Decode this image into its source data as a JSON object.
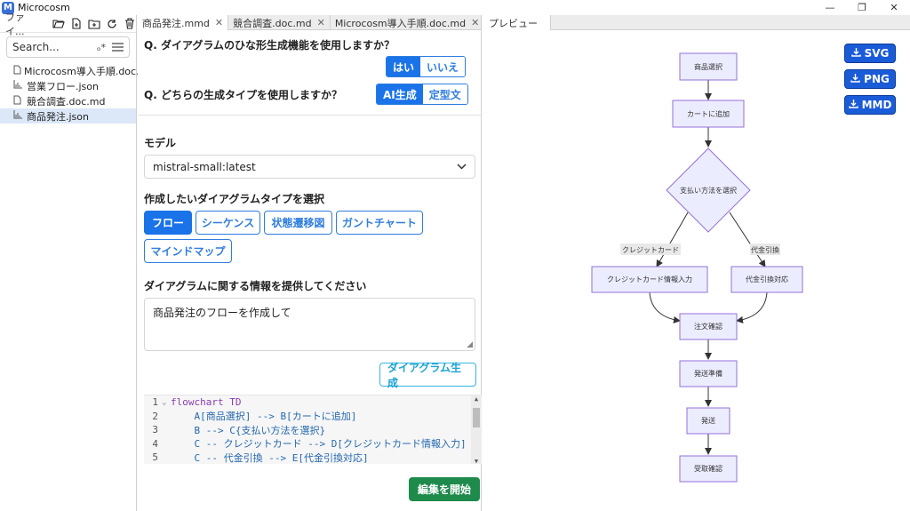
{
  "window": {
    "title": "Microcosm",
    "logo_letter": "M",
    "minimize": "—",
    "restore": "❐",
    "close": "✕"
  },
  "sidebar": {
    "title": "ファイ...",
    "search_placeholder": "Search...",
    "search_extra": "ₒ*",
    "files": [
      {
        "name": "Microcosm導入手順.doc.md",
        "icon": "file-icon",
        "active": false
      },
      {
        "name": "営業フロー.json",
        "icon": "chart-icon",
        "active": false
      },
      {
        "name": "競合調査.doc.md",
        "icon": "file-icon",
        "active": false
      },
      {
        "name": "商品発注.json",
        "icon": "chart-icon",
        "active": true
      }
    ]
  },
  "editor": {
    "tabs": [
      {
        "label": "商品発注.mmd",
        "active": true
      },
      {
        "label": "競合調査.doc.md",
        "active": false
      },
      {
        "label": "Microcosm導入手順.doc.md",
        "active": false
      }
    ],
    "q1": "Q. ダイアグラムのひな形生成機能を使用しますか？",
    "q1_yes": "はい",
    "q1_no": "いいえ",
    "q2": "Q. どちらの生成タイプを使用しますか？",
    "q2_ai": "AI生成",
    "q2_template": "定型文",
    "model_label": "モデル",
    "model_value": "mistral-small:latest",
    "type_label": "作成したいダイアグラムタイプを選択",
    "types": {
      "flow": "フロー",
      "sequence": "シーケンス",
      "state": "状態遷移図",
      "gantt": "ガントチャート",
      "mindmap": "マインドマップ"
    },
    "info_label": "ダイアグラムに関する情報を提供してください",
    "info_value": "商品発注のフローを作成して",
    "generate_button": "ダイアグラム生成",
    "code": {
      "l1": "1",
      "l2": "2",
      "l3": "3",
      "l4": "4",
      "l5": "5",
      "c1": "flowchart TD",
      "c2": "    A[商品選択] --> B[カートに追加]",
      "c3": "    B --> C{支払い方法を選択}",
      "c4": "    C -- クレジットカード --> D[クレジットカード情報入力]",
      "c5": "    C -- 代金引換 --> E[代金引換対応]"
    },
    "start_button": "編集を開始"
  },
  "preview": {
    "tab": "プレビュー",
    "svg_button": "SVG",
    "png_button": "PNG",
    "mmd_button": "MMD",
    "nodes": {
      "a": "商品選択",
      "b": "カートに追加",
      "c": "支払い方法を選択",
      "d": "クレジットカード情報入力",
      "e": "代金引換対応",
      "f": "注文確認",
      "g": "発送準備",
      "h": "発送",
      "i": "受取確認"
    },
    "edge_labels": {
      "cd": "クレジットカード",
      "ce": "代金引換"
    }
  }
}
